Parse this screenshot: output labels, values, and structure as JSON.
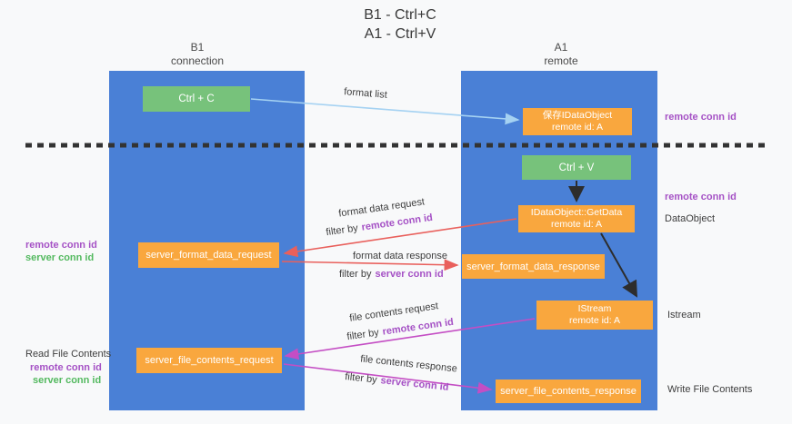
{
  "title": {
    "line1": "B1 - Ctrl+C",
    "line2": "A1 - Ctrl+V"
  },
  "lanes": {
    "left": {
      "name": "B1",
      "role": "connection"
    },
    "right": {
      "name": "A1",
      "role": "remote"
    }
  },
  "nodes": {
    "ctrl_c": {
      "label": "Ctrl + C"
    },
    "save_idataobject": {
      "line1": "保存IDataObject",
      "line2": "remote id: A"
    },
    "ctrl_v": {
      "label": "Ctrl + V"
    },
    "getdata": {
      "line1": "IDataObject::GetData",
      "line2": "remote id: A"
    },
    "format_request": {
      "label": "server_format_data_request"
    },
    "format_response": {
      "label": "server_format_data_response"
    },
    "istream": {
      "line1": "IStream",
      "line2": "remote id: A"
    },
    "file_request": {
      "label": "server_file_contents_request"
    },
    "file_response": {
      "label": "server_file_contents_response"
    }
  },
  "edge_labels": {
    "format_list": "format list",
    "format_data_request": "format data request",
    "format_data_response": "format data response",
    "file_contents_request": "file contents request",
    "file_contents_response": "file contents response",
    "filter_by": "filter by",
    "remote_conn_id": "remote conn id",
    "server_conn_id": "server conn id"
  },
  "annotations": {
    "left_mid_remote_conn_id": "remote conn id",
    "left_mid_server_conn_id": "server conn id",
    "read_file_contents": "Read File Contents",
    "left_bottom_remote_conn_id": "remote conn id",
    "left_bottom_server_conn_id": "server conn id",
    "right_top_remote_conn_id": "remote conn id",
    "right_mid_remote_conn_id": "remote conn id",
    "dataobject": "DataObject",
    "istream": "Istream",
    "write_file_contents": "Write File Contents"
  },
  "colors": {
    "background": "#f8f9fa",
    "lane_blue": "#4a80d6",
    "node_green": "#77c27b",
    "node_orange": "#f9a73e",
    "accent_purple": "#a551c5",
    "accent_green": "#53b95f",
    "arrow_light_blue": "#a5d2f2",
    "arrow_red": "#e9605c",
    "arrow_magenta": "#c44ec4",
    "arrow_black": "#2d2d2d",
    "dashed_line": "#333333"
  }
}
